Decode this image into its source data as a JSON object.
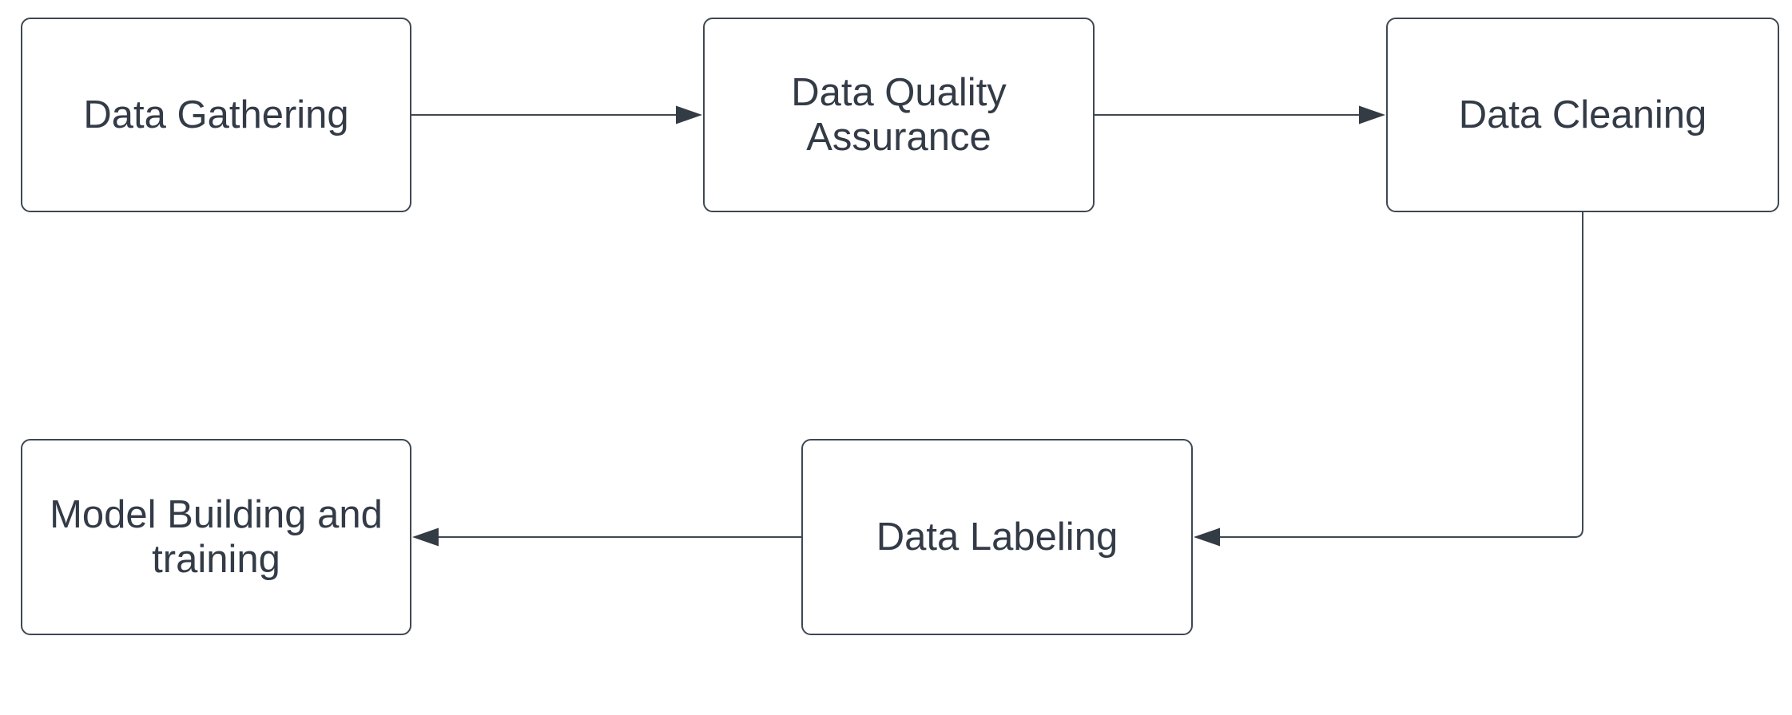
{
  "canvas": {
    "background_color": "#ffffff",
    "stroke_color": "#3e4852",
    "arrow_color": "#333b45",
    "text_color": "#333b47"
  },
  "diagram": {
    "type": "flowchart",
    "nodes": [
      {
        "id": "data-gathering",
        "label": "Data Gathering"
      },
      {
        "id": "data-quality-assurance",
        "label": "Data Quality Assurance"
      },
      {
        "id": "data-cleaning",
        "label": "Data Cleaning"
      },
      {
        "id": "model-building-and-training",
        "label": "Model Building and training"
      },
      {
        "id": "data-labeling",
        "label": "Data Labeling"
      }
    ],
    "edges": [
      {
        "from": "data-gathering",
        "to": "data-quality-assurance",
        "style": "straight-arrow"
      },
      {
        "from": "data-quality-assurance",
        "to": "data-cleaning",
        "style": "straight-arrow"
      },
      {
        "from": "data-cleaning",
        "to": "data-labeling",
        "style": "elbow-arrow"
      },
      {
        "from": "data-labeling",
        "to": "model-building-and-training",
        "style": "straight-arrow"
      }
    ]
  }
}
